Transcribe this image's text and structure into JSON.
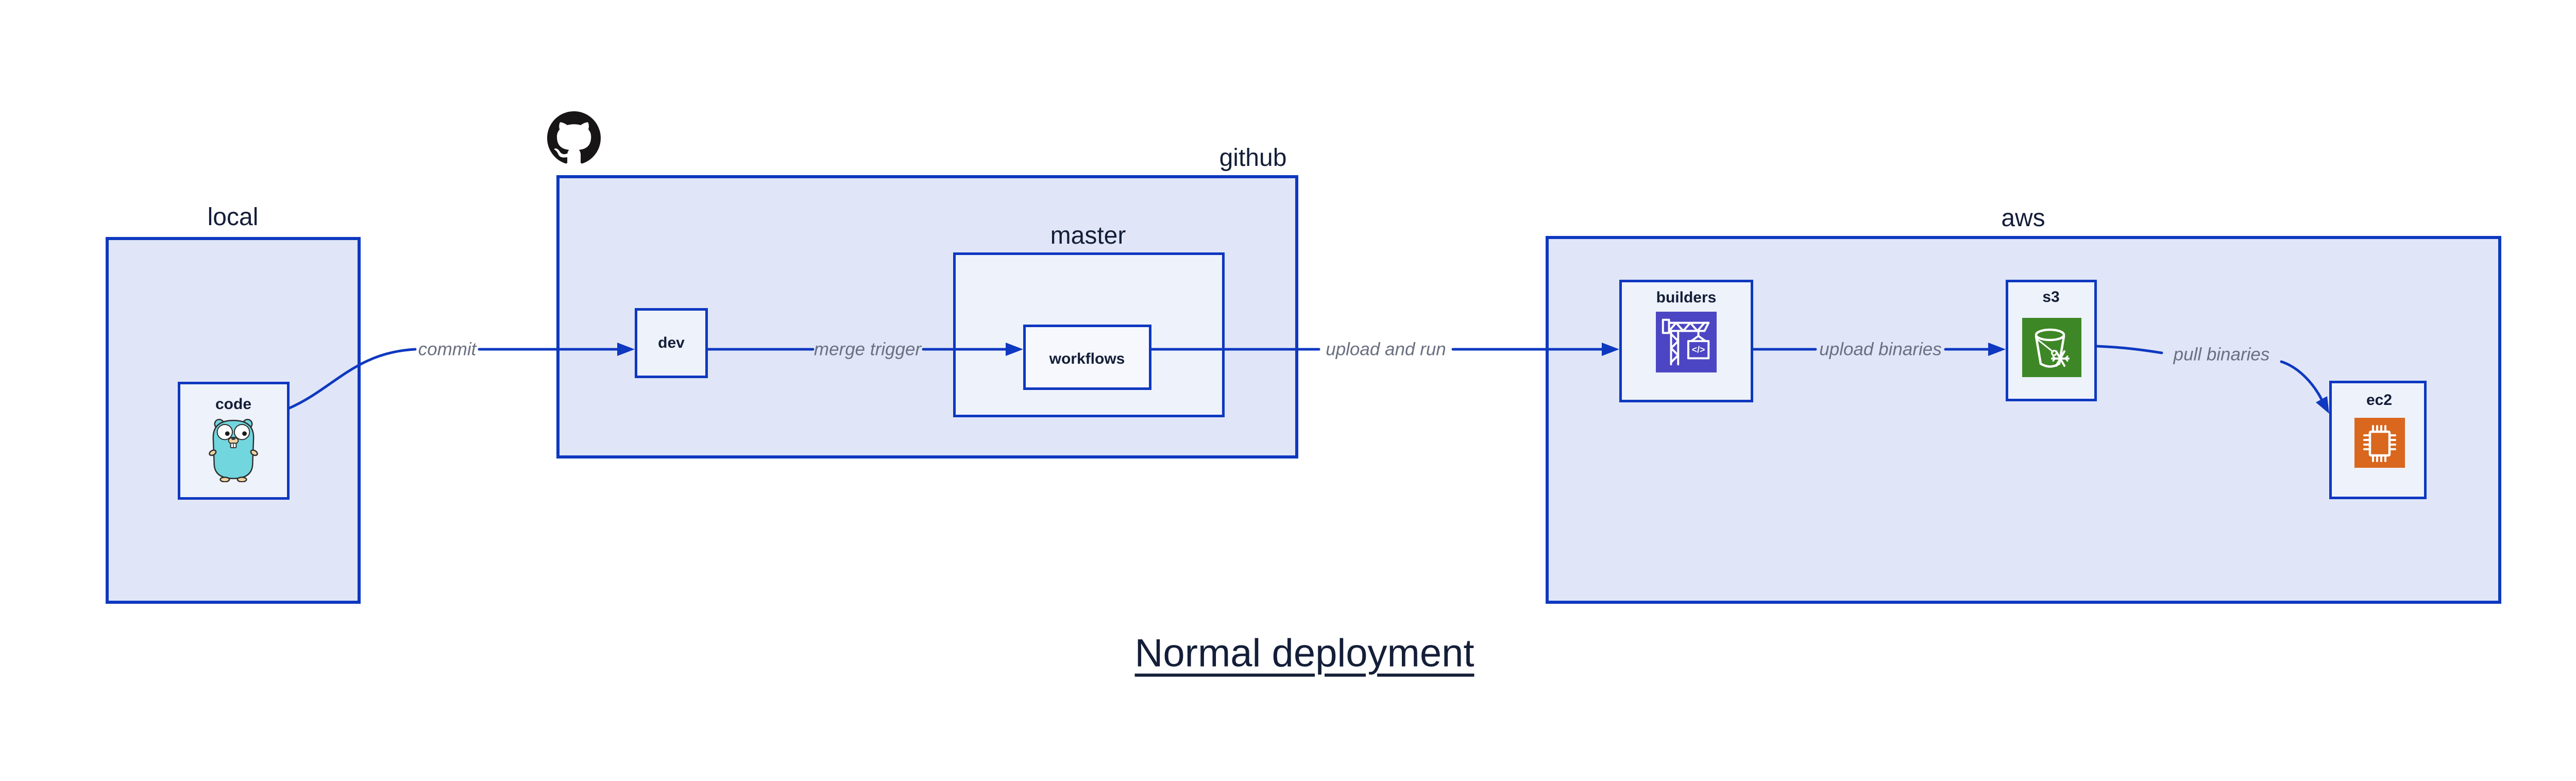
{
  "title": {
    "text": "Normal deployment"
  },
  "containers": {
    "local": {
      "label": "local"
    },
    "github": {
      "label": "github"
    },
    "master": {
      "label": "master"
    },
    "aws": {
      "label": "aws"
    }
  },
  "nodes": {
    "code": {
      "label": "code",
      "icon": "go-gopher-icon"
    },
    "dev": {
      "label": "dev"
    },
    "workflows": {
      "label": "workflows"
    },
    "builders": {
      "label": "builders",
      "icon": "aws-codebuild-crane-icon"
    },
    "s3": {
      "label": "s3",
      "icon": "aws-s3-bucket-snowflake-icon"
    },
    "ec2": {
      "label": "ec2",
      "icon": "aws-ec2-chip-icon"
    }
  },
  "edges": {
    "commit": {
      "label": "commit",
      "from": "code",
      "to": "dev"
    },
    "merge_trigger": {
      "label": "merge trigger",
      "from": "dev",
      "to": "workflows"
    },
    "upload_and_run": {
      "label": "upload and run",
      "from": "workflows",
      "to": "builders"
    },
    "upload_binaries": {
      "label": "upload binaries",
      "from": "builders",
      "to": "s3"
    },
    "pull_binaries": {
      "label": "pull binaries",
      "from": "s3",
      "to": "ec2"
    }
  },
  "icons": {
    "github_octocat": "github-octocat-icon",
    "codebuild_code_glyph": "</>"
  },
  "colors": {
    "accent_blue": "#0e38c0",
    "container_fill": "#e0e6f7",
    "node_fill": "#eef2fb",
    "workflows_fill": "#f6f8fd",
    "dark_text": "#141e38",
    "edge_label_gray": "#6a7080",
    "octocat_black": "#171515",
    "gopher_teal": "#72d6de",
    "gopher_tan": "#f2d3a0",
    "codebuild_purple": "#4c46c4",
    "s3_green": "#3e8727",
    "ec2_orange": "#d9671d"
  }
}
